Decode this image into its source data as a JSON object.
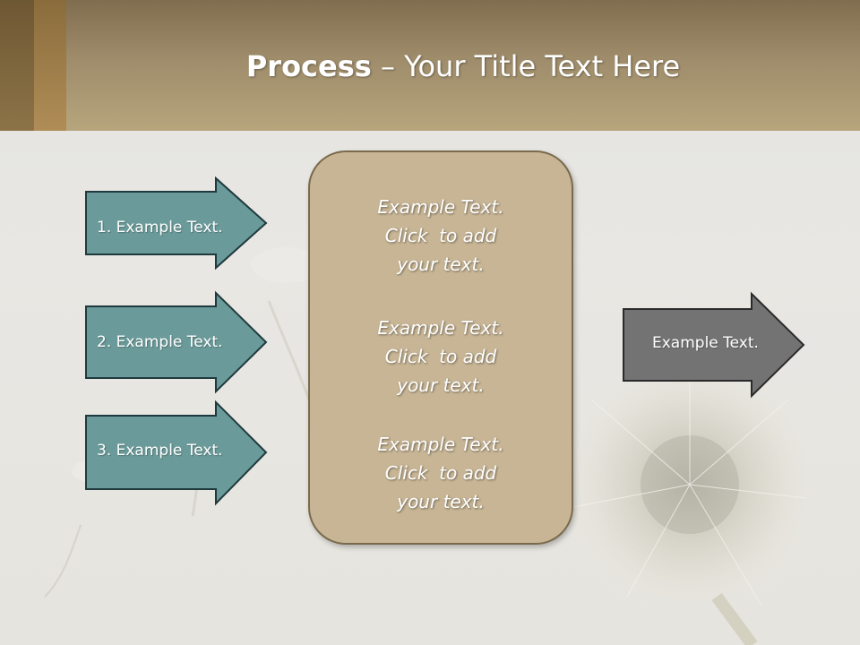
{
  "title": {
    "bold": "Process",
    "rest": " – Your Title Text Here"
  },
  "input_arrows": [
    {
      "label": "1. Example Text."
    },
    {
      "label": "2. Example Text."
    },
    {
      "label": "3. Example Text."
    }
  ],
  "center_box": {
    "paragraphs": [
      {
        "lines": [
          "Example Text.",
          "Click  to add",
          "your text."
        ]
      },
      {
        "lines": [
          "Example Text.",
          "Click  to add",
          "your text."
        ]
      },
      {
        "lines": [
          "Example Text.",
          "Click  to add",
          "your text."
        ]
      }
    ]
  },
  "output_arrow": {
    "label": "Example Text."
  },
  "colors": {
    "header": "#b7a57c",
    "input_arrow_fill": "#6a9a99",
    "center_box_fill": "#c7b595",
    "output_arrow_fill": "#737373"
  }
}
